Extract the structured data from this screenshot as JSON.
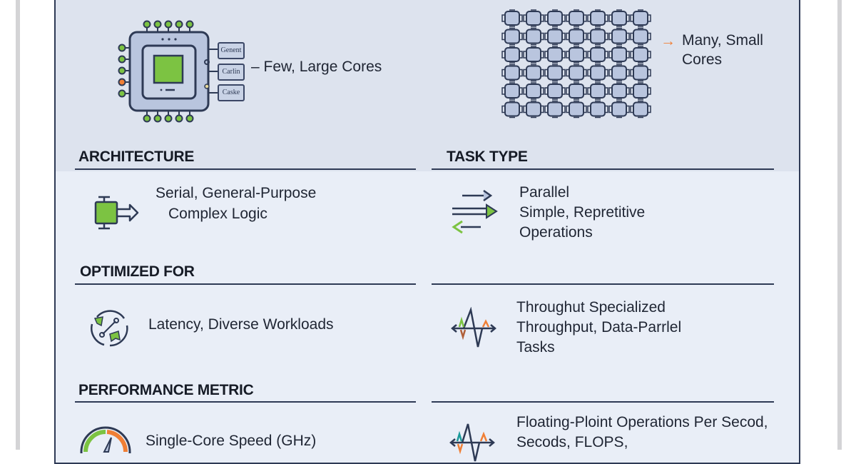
{
  "cpu": {
    "chip_labels": [
      "Genent",
      "Carlin",
      "Caske"
    ],
    "caption": "– Few, Large Cores"
  },
  "gpu": {
    "caption_line1": "Many, Small",
    "caption_line2": "Cores",
    "grid_cols": 7,
    "grid_rows": 6
  },
  "sections": {
    "architecture": {
      "heading": "ARCHITECTURE",
      "cpu_lines": [
        "Serial, General-Purpose",
        "Complex Logic"
      ]
    },
    "task_type": {
      "heading": "TASK TYPE",
      "gpu_lines": [
        "Parallel",
        "Simple, Repretitive",
        "Operations"
      ]
    },
    "optimized_for": {
      "heading": "OPTIMIZED FOR",
      "cpu_lines": [
        "Latency, Diverse Workloads"
      ],
      "gpu_lines": [
        "Throughut Specialized",
        "Throughput, Data-Parrlel",
        "Tasks"
      ]
    },
    "performance_metric": {
      "heading": "PERFORMANCE METRIC",
      "cpu_lines": [
        "Single-Core Speed (GHz)"
      ],
      "gpu_lines": [
        "Floating-Ploint Operations Per Secod,",
        "Secods, FLOPS,"
      ]
    }
  },
  "colors": {
    "accent_green": "#7cc342",
    "accent_orange": "#f07f35",
    "outline": "#2e3a55",
    "header_band": "#dde3ee",
    "panel_bg": "#e9eef7"
  },
  "icons": {
    "cpu": "cpu-chip-icon",
    "gpu": "core-grid-icon",
    "architecture": "serial-core-arrow-icon",
    "task_type": "parallel-arrows-icon",
    "optimized_cpu": "latency-cycle-icon",
    "optimized_gpu": "waveform-icon",
    "metric_cpu": "speed-gauge-icon",
    "metric_gpu": "waveform-icon"
  }
}
